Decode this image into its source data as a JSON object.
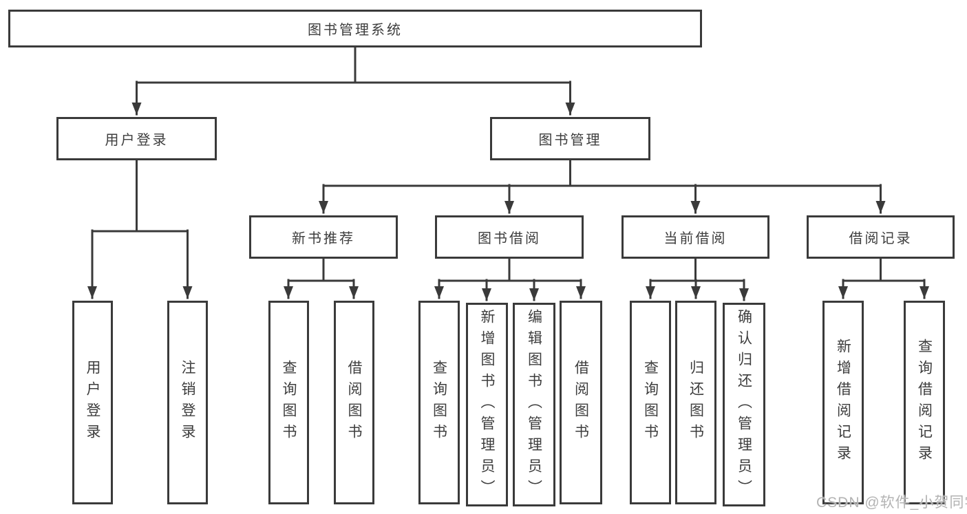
{
  "nodes": {
    "root": "图书管理系统",
    "user_login": "用户登录",
    "book_mgmt": "图书管理",
    "new_book": "新书推荐",
    "book_borrow": "图书借阅",
    "current_borrow": "当前借阅",
    "borrow_record": "借阅记录",
    "leaf_user_login": "用户登录",
    "leaf_logout": "注销登录",
    "leaf_nb_query": "查询图书",
    "leaf_nb_borrow": "借阅图书",
    "leaf_bb_query": "查询图书",
    "leaf_bb_add": "新增图书（管理员）",
    "leaf_bb_edit": "编辑图书（管理员）",
    "leaf_bb_borrow": "借阅图书",
    "leaf_cb_query": "查询图书",
    "leaf_cb_return": "归还图书",
    "leaf_cb_confirm": "确认归还（管理员）",
    "leaf_br_add": "新增借阅记录",
    "leaf_br_query": "查询借阅记录"
  },
  "watermark": "CSDN @软件_小贺同学",
  "colors": {
    "line": "#3a3a3a",
    "text": "#3d3d3d",
    "watermark": "#b3b3b3",
    "background": "#ffffff"
  }
}
